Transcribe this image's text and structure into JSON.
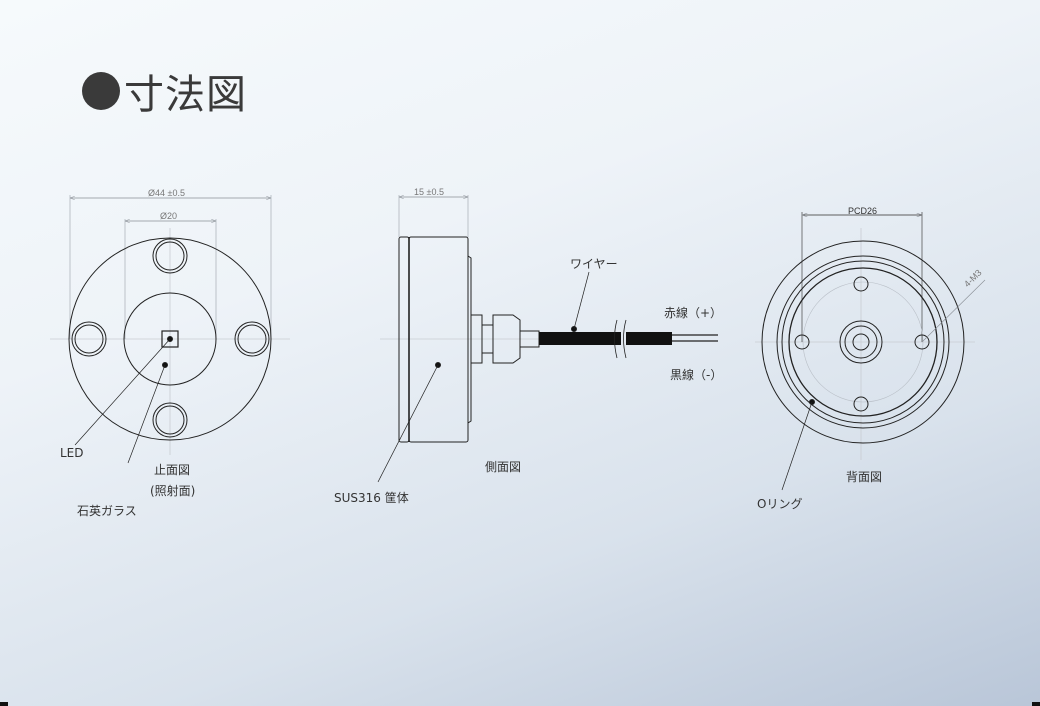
{
  "title": "寸法図",
  "front_view": {
    "caption_line1": "止面図",
    "caption_line2": "(照射面)",
    "dim_outer": "Ø44 ±0.5",
    "dim_inner": "Ø20",
    "callouts": {
      "led": "LED",
      "glass": "石英ガラス"
    }
  },
  "side_view": {
    "caption": "側面図",
    "dim_width": "15 ±0.5",
    "callouts": {
      "wire": "ワイヤー",
      "red_wire": "赤線（+）",
      "black_wire": "黒線（-）",
      "body": "SUS316 筐体"
    }
  },
  "back_view": {
    "caption": "背面図",
    "dim_pcd": "PCD26",
    "dim_thread": "4-M3",
    "callouts": {
      "oring": "Oリング"
    }
  },
  "colors": {
    "line": "#222222",
    "center_line": "#c8ccd2",
    "dim_line": "#8a8f96",
    "title": "#3a3a3a"
  }
}
